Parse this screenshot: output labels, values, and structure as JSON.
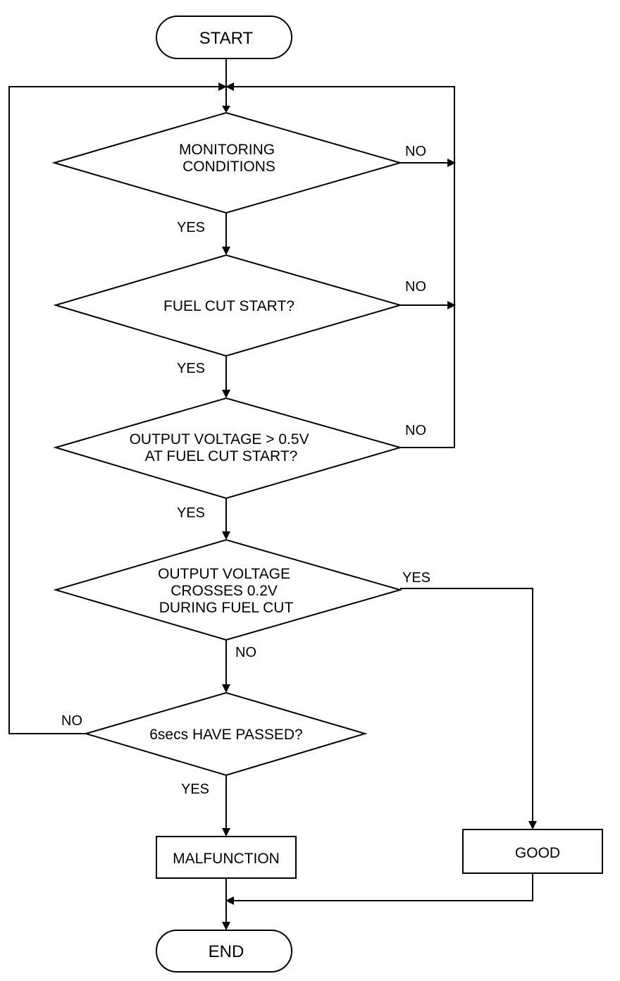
{
  "flowchart": {
    "start": "START",
    "end": "END",
    "decisions": [
      {
        "lines": [
          "MONITORING",
          "CONDITIONS"
        ]
      },
      {
        "lines": [
          "FUEL CUT START?"
        ]
      },
      {
        "lines": [
          "OUTPUT VOLTAGE > 0.5V",
          "AT FUEL CUT START?"
        ]
      },
      {
        "lines": [
          "OUTPUT VOLTAGE",
          "CROSSES 0.2V",
          "DURING FUEL CUT"
        ]
      },
      {
        "lines": [
          "6secs HAVE PASSED?"
        ]
      }
    ],
    "results": {
      "malfunction": "MALFUNCTION",
      "good": "GOOD"
    },
    "labels": {
      "d1_no": "NO",
      "d1_yes": "YES",
      "d2_no": "NO",
      "d2_yes": "YES",
      "d3_no": "NO",
      "d3_yes": "YES",
      "d4_yes": "YES",
      "d4_no": "NO",
      "d5_no": "NO",
      "d5_yes": "YES"
    }
  }
}
